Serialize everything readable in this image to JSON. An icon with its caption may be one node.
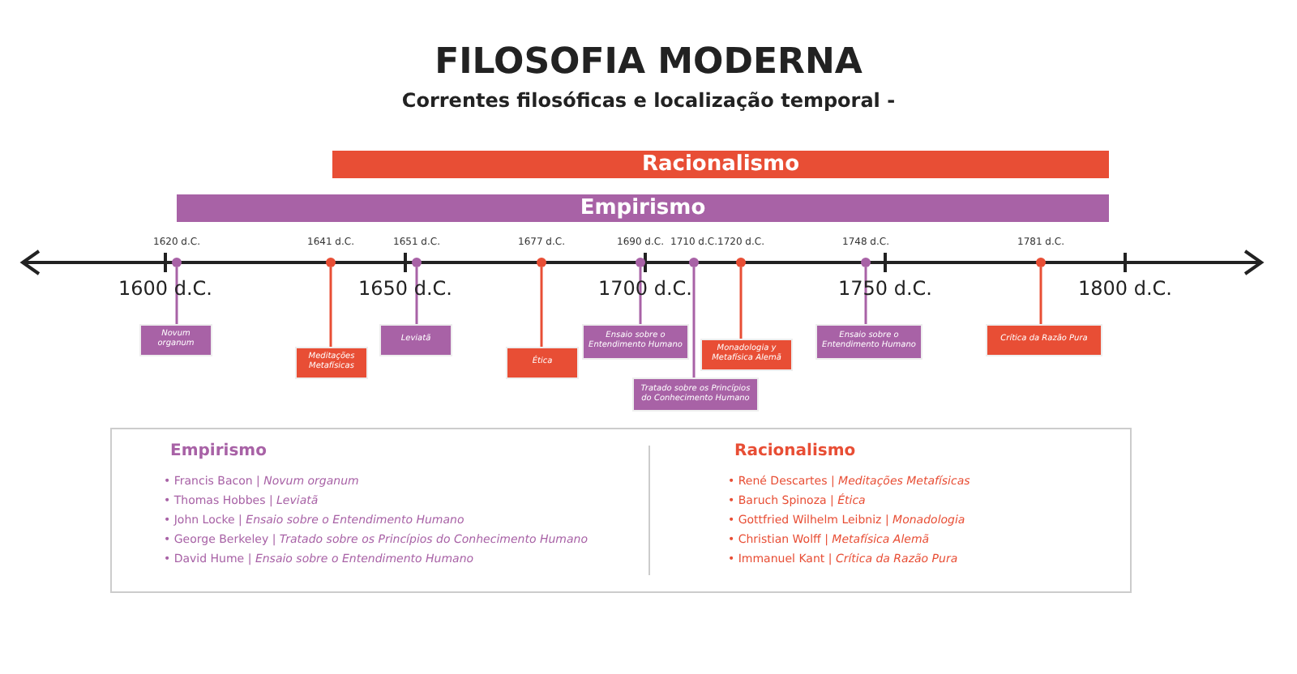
{
  "diagram": {
    "title": "FILOSOFIA MODERNA",
    "nodes": [
      {
        "text": [
          "Racionalismo"
        ]
      },
      {
        "text": [
          "Empirismo"
        ]
      },
      {
        "text": [],
        "shape": "circle",
        "beside": [
          "1620 d.C."
        ]
      },
      {
        "text": [],
        "shape": "circle",
        "beside": [
          "1641 d.C."
        ]
      },
      {
        "text": [],
        "shape": "circle",
        "beside": [
          "1651 d.C."
        ]
      },
      {
        "text": [],
        "shape": "circle",
        "beside": [
          "1677 d.C."
        ]
      },
      {
        "text": [],
        "shape": "circle",
        "beside": [
          "1690 d.C."
        ]
      },
      {
        "text": [],
        "shape": "circle",
        "beside": [
          "1710 d.C."
        ]
      },
      {
        "text": [],
        "shape": "circle",
        "beside": [
          "1720 d.C."
        ]
      },
      {
        "text": [],
        "shape": "circle",
        "beside": [
          "1748 d.C."
        ]
      },
      {
        "text": [],
        "shape": "circle",
        "beside": [
          "1781 d.C."
        ]
      },
      {
        "text": [
          "Novum organum"
        ]
      },
      {
        "text": [
          "Meditações Metafísicas"
        ]
      },
      {
        "text": [
          "Leviatã"
        ]
      },
      {
        "text": [
          "Ética"
        ]
      },
      {
        "text": [
          "Ensaio sobre o Entendimento Humano"
        ]
      },
      {
        "text": [
          "Tratado sobre os Princípios do Conhecimento Humano"
        ]
      },
      {
        "text": [
          "Monadologia y Metafísica Alemã"
        ]
      },
      {
        "text": [
          "Ensaio sobre o Entendimento Humano"
        ]
      },
      {
        "text": [
          "Crítica da Razão Pura"
        ]
      },
      {
        "text": [
          "Empirismo",
          "• Francis Bacon  | *Novum organum*",
          "• Thomas Hobbes  | *Leviatã*",
          "• John Locke  |  *Ensaio sobre o Entendimento Humano*",
          "• George Berkeley  | *Tratado sobre os Princípios do Conhecimento Humano*",
          "• David Hume | *Ensaio sobre o Entendimento Humano*",
          "Racionalismo",
          "• René Descartes | *Meditações Metafísicas*",
          "• Baruch Spinoza | *Ética*",
          "• Gottfried Wilhelm Leibniz | *Monadologia*",
          "• Christian Wolff | *Metafísica Alemã*",
          "• Immanuel Kant | *Crítica da Razão Pura*"
        ]
      }
    ],
    "edges": [
      {
        "from": 2,
        "to": 11,
        "arrow": "none"
      },
      {
        "from": 3,
        "to": 12,
        "arrow": "none",
        "color": "#e84e35"
      },
      {
        "from": 4,
        "to": 13,
        "arrow": "none"
      },
      {
        "from": 5,
        "to": 14,
        "arrow": "none",
        "color": "#e84e35"
      },
      {
        "from": 6,
        "to": 15,
        "arrow": "none"
      },
      {
        "from": 7,
        "to": 16,
        "arrow": "none"
      },
      {
        "from": 8,
        "to": 17,
        "arrow": "none",
        "color": "#e84e35"
      },
      {
        "from": 9,
        "to": 18,
        "arrow": "none"
      },
      {
        "from": 10,
        "to": 19,
        "arrow": "none",
        "color": "#e84e35"
      }
    ],
    "labels": [
      "Correntes filosóficas e localização temporal -",
      "1600 d.C.",
      "1650 d.C.",
      "1700 d.C.",
      "1750 d.C.",
      "1800 d.C."
    ]
  }
}
